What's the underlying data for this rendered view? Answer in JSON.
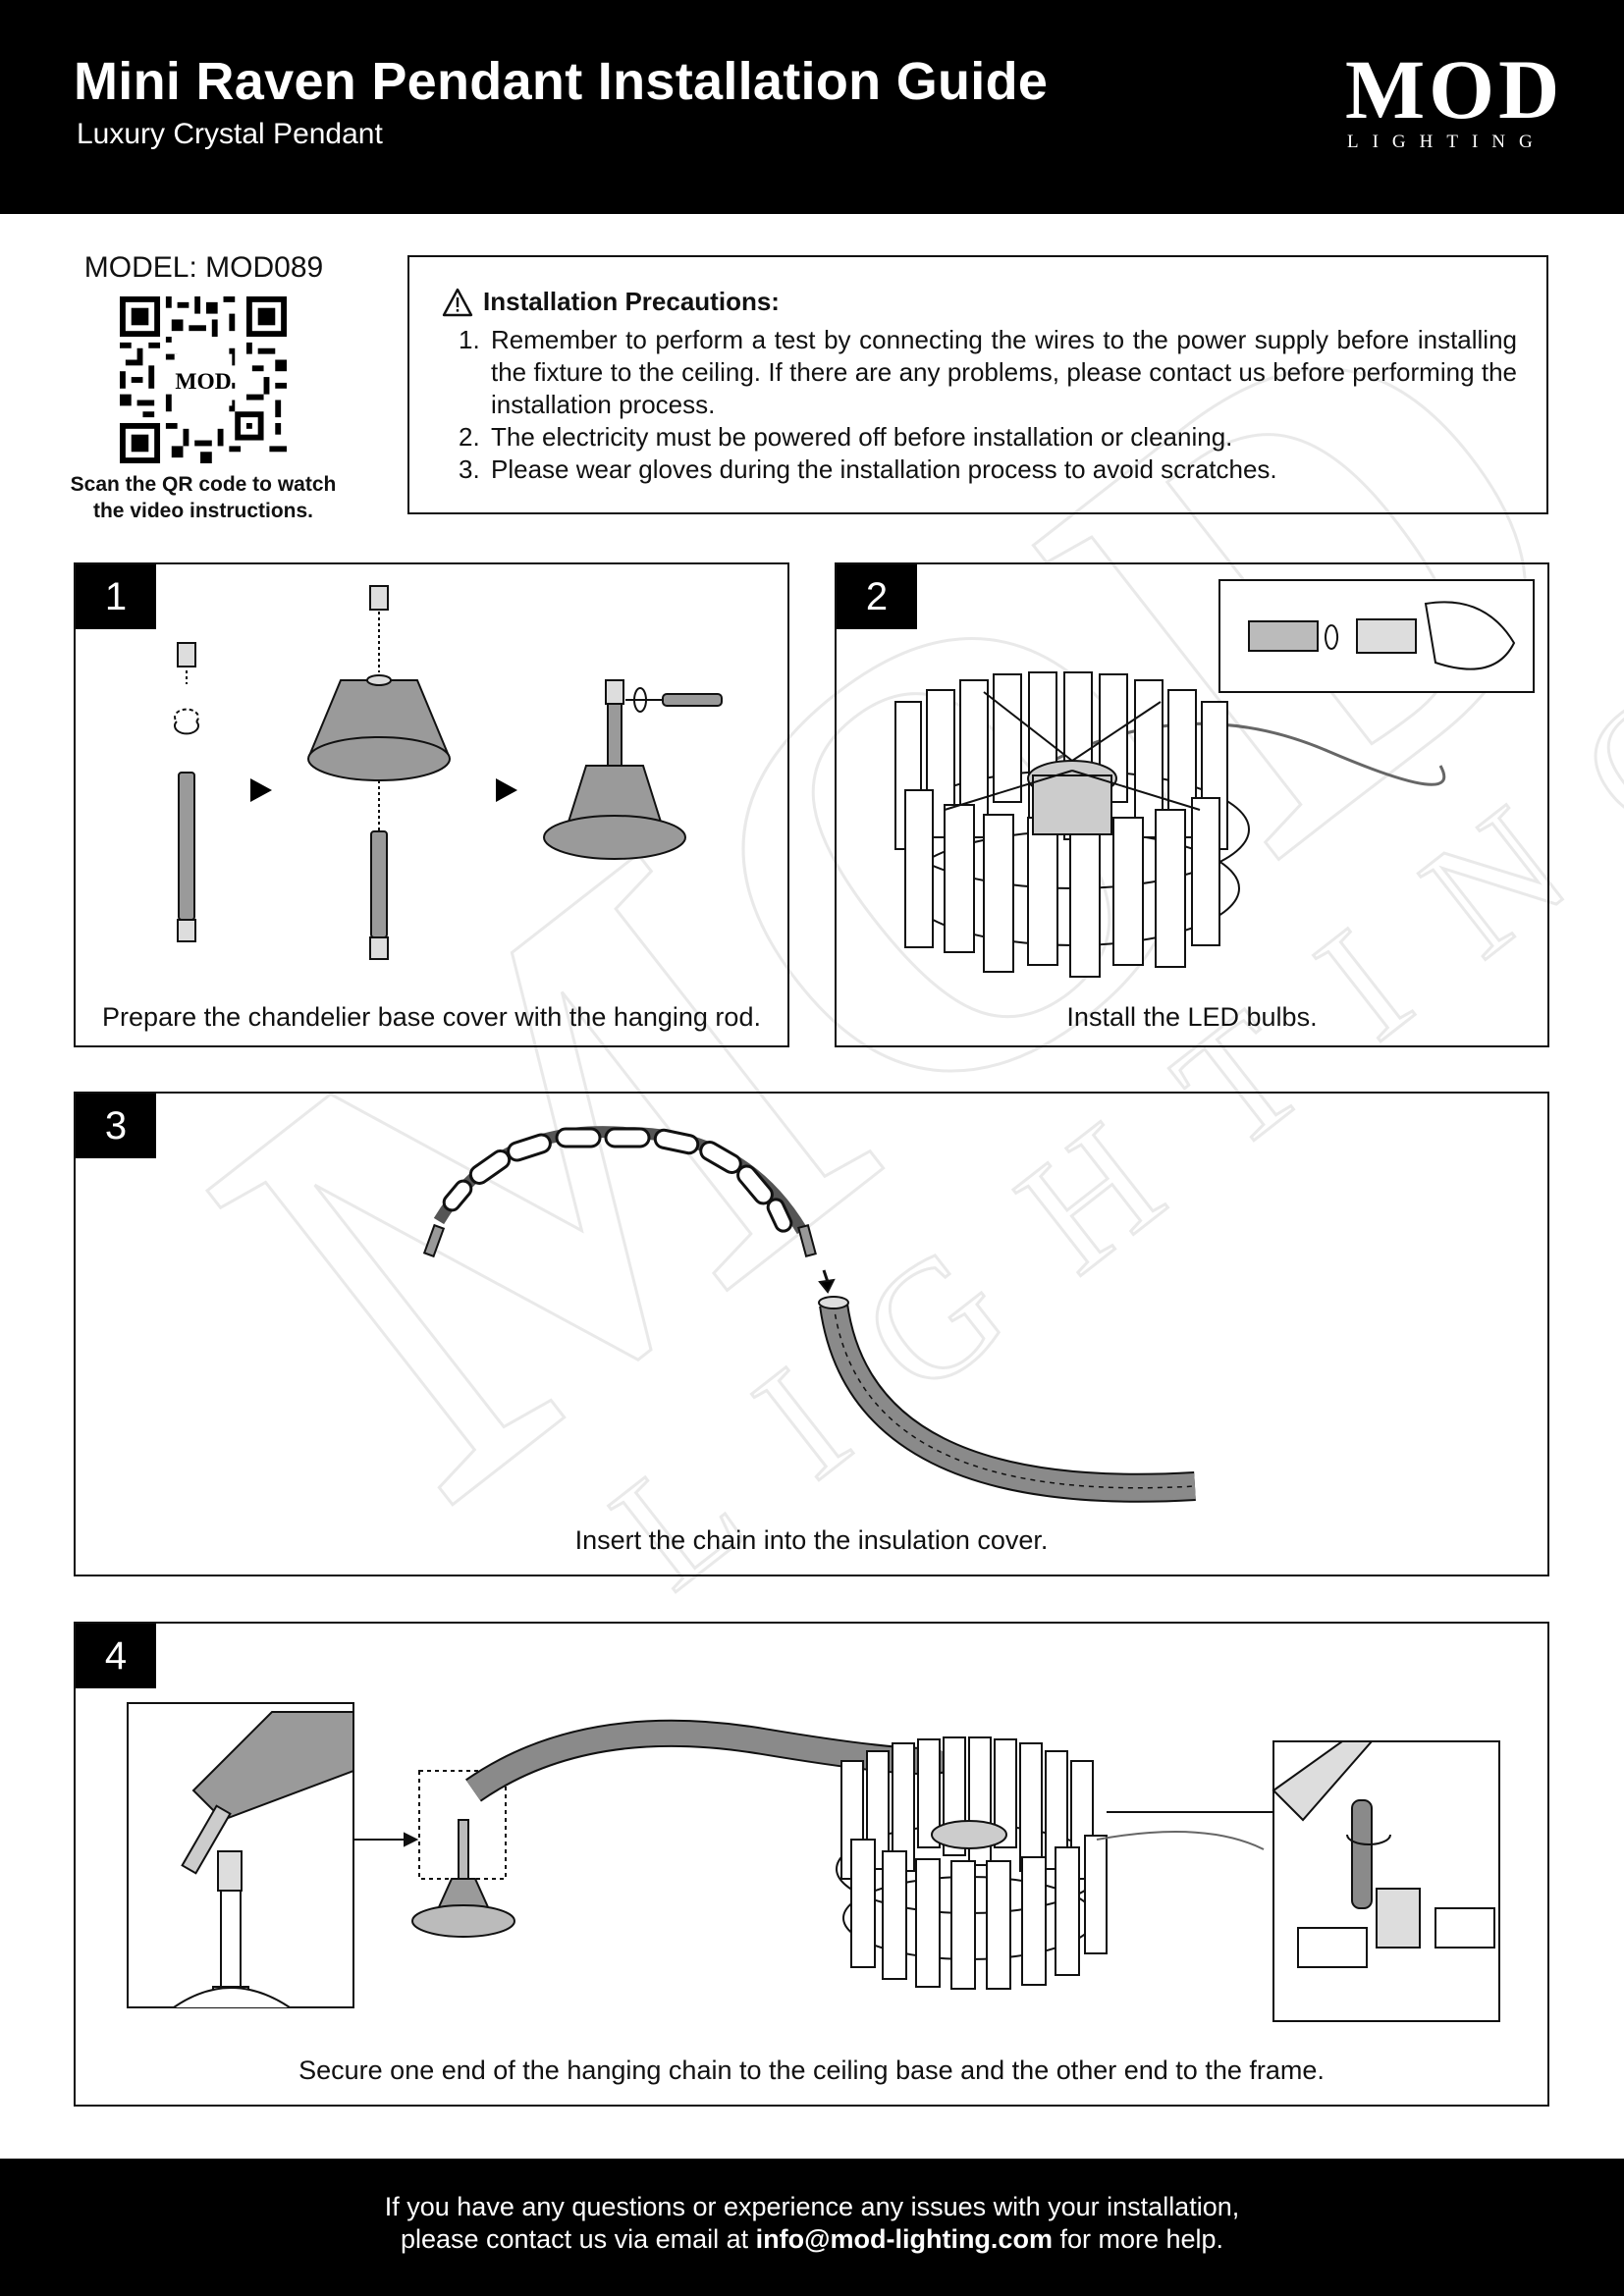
{
  "header": {
    "title": "Mini Raven Pendant Installation Guide",
    "subtitle": "Luxury Crystal Pendant",
    "logo_main": "MOD",
    "logo_sub": "LIGHTING"
  },
  "model": {
    "label": "MODEL: MOD089",
    "qr_logo": "MOD",
    "scan_line1": "Scan the QR code to watch",
    "scan_line2": "the video instructions."
  },
  "precautions": {
    "icon": "warning-triangle-icon",
    "title": "Installation Precautions:",
    "items": [
      {
        "num": "1.",
        "text": "Remember to perform a test by connecting the wires to the power supply before installing the fixture to the ceiling. If there are any problems, please contact us before performing the installation process."
      },
      {
        "num": "2.",
        "text": "The electricity must be powered off before installation or cleaning."
      },
      {
        "num": "3.",
        "text": "Please wear gloves during the installation process to avoid scratches."
      }
    ]
  },
  "steps": [
    {
      "number": "1",
      "caption": "Prepare the chandelier base cover with the hanging rod."
    },
    {
      "number": "2",
      "caption": "Install the LED bulbs."
    },
    {
      "number": "3",
      "caption": "Insert the chain into the insulation cover."
    },
    {
      "number": "4",
      "caption": "Secure one end of the hanging chain to the ceiling base and the other end to the frame."
    }
  ],
  "footer": {
    "line1": "If you have any questions or experience any issues with your installation,",
    "line2_prefix": "please contact us via email at ",
    "email": "info@mod-lighting.com",
    "line2_suffix": " for more help."
  },
  "watermark": {
    "main": "MOD",
    "sub": "LIGHTING"
  },
  "colors": {
    "header_bg": "#000000",
    "panel_border": "#111111",
    "illustration_fill": "#9a9a9a",
    "watermark": "#e9e9e9"
  }
}
